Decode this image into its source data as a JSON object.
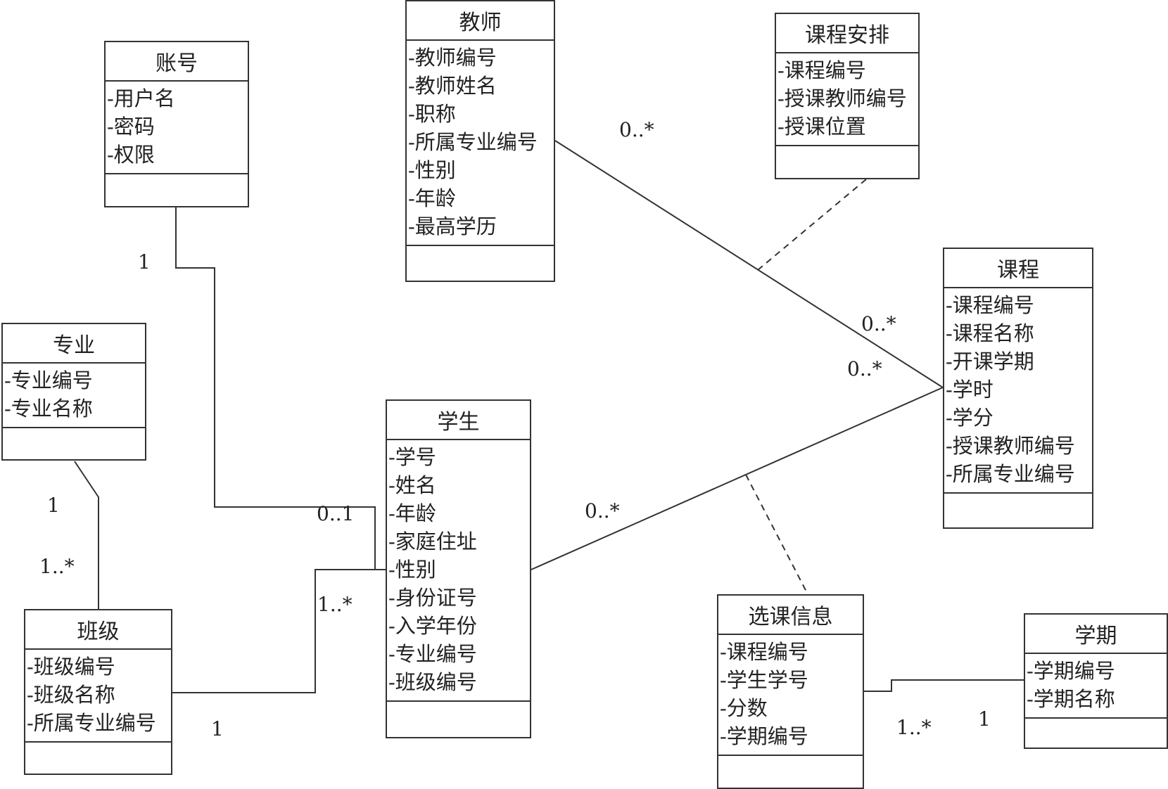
{
  "classes": {
    "account": {
      "name": "账号",
      "attrs": [
        "-用户名",
        "-密码",
        "-权限"
      ]
    },
    "teacher": {
      "name": "教师",
      "attrs": [
        "-教师编号",
        "-教师姓名",
        "-职称",
        "-所属专业编号",
        "-性别",
        "-年龄",
        "-最高学历"
      ]
    },
    "schedule": {
      "name": "课程安排",
      "attrs": [
        "-课程编号",
        "-授课教师编号",
        "-授课位置"
      ]
    },
    "course": {
      "name": "课程",
      "attrs": [
        "-课程编号",
        "-课程名称",
        "-开课学期",
        "-学时",
        "-学分",
        "-授课教师编号",
        "-所属专业编号"
      ]
    },
    "major": {
      "name": "专业",
      "attrs": [
        "-专业编号",
        "-专业名称"
      ]
    },
    "student": {
      "name": "学生",
      "attrs": [
        "-学号",
        "-姓名",
        "-年龄",
        "-家庭住址",
        "-性别",
        "-身份证号",
        "-入学年份",
        "-专业编号",
        "-班级编号"
      ]
    },
    "class": {
      "name": "班级",
      "attrs": [
        "-班级编号",
        "-班级名称",
        "-所属专业编号"
      ]
    },
    "enrollment": {
      "name": "选课信息",
      "attrs": [
        "-课程编号",
        "-学生学号",
        "-分数",
        "-学期编号"
      ]
    },
    "semester": {
      "name": "学期",
      "attrs": [
        "-学期编号",
        "-学期名称"
      ]
    }
  },
  "multiplicities": {
    "account_end": "1",
    "student_account_end": "0..1",
    "major_end": "1",
    "class_major_end": "1..*",
    "class_student_end": "1",
    "student_class_end": "1..*",
    "teacher_course_end": "0..*",
    "course_teacher_end": "0..*",
    "course_student_end": "0..*",
    "student_course_end": "0..*",
    "enrollment_semester_end": "1..*",
    "semester_end": "1"
  },
  "colors": {
    "line": "#333333",
    "text": "#222222",
    "background": "#ffffff"
  }
}
